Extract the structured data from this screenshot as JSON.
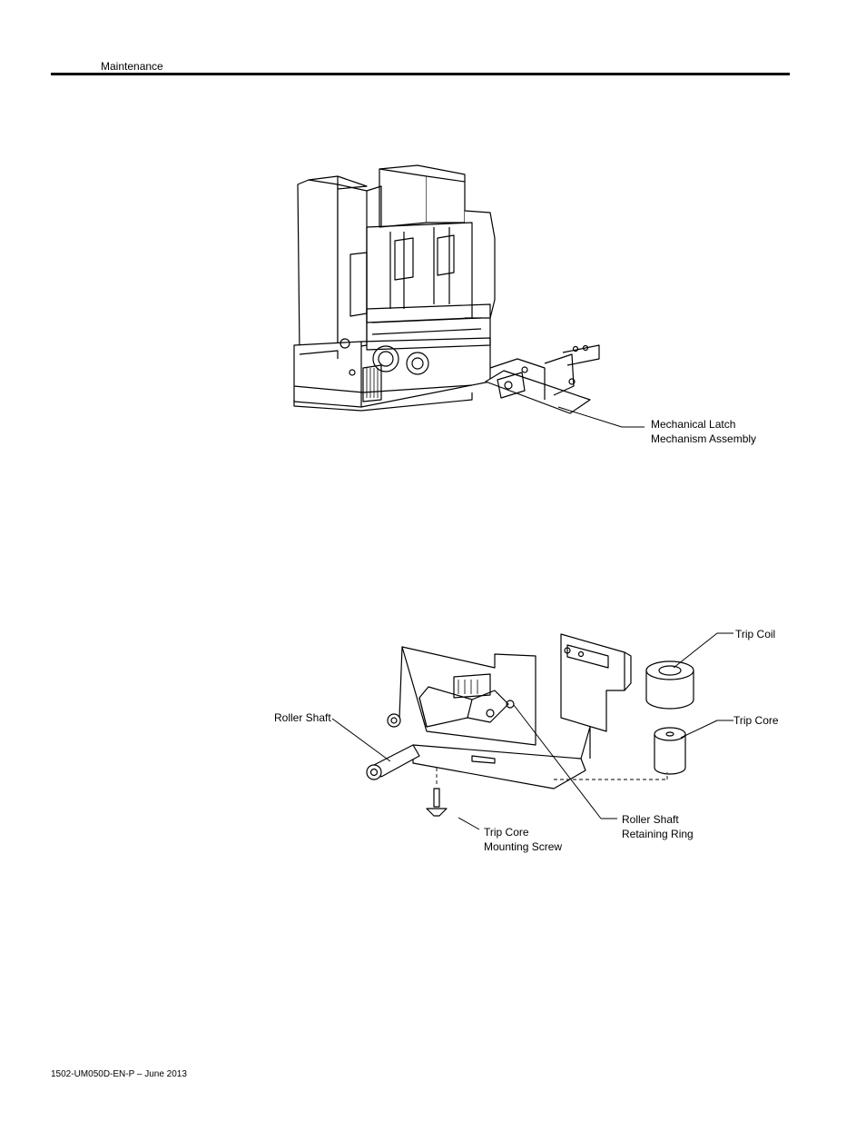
{
  "header": {
    "section": "Maintenance"
  },
  "figure1": {
    "callouts": {
      "latch_line1": "Mechanical Latch",
      "latch_line2": "Mechanism Assembly"
    }
  },
  "figure2": {
    "callouts": {
      "trip_coil": "Trip Coil",
      "trip_core": "Trip Core",
      "roller_shaft": "Roller Shaft",
      "retaining_ring_line1": "Roller Shaft",
      "retaining_ring_line2": "Retaining Ring",
      "mounting_screw_line1": "Trip Core",
      "mounting_screw_line2": "Mounting Screw"
    }
  },
  "footer": {
    "doc_ref": "1502-UM050D-EN-P – June 2013"
  }
}
